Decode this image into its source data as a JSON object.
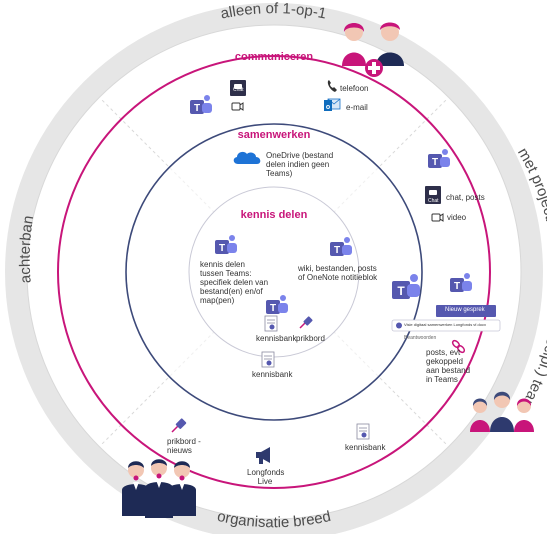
{
  "ring_labels": {
    "top": "alleen of 1-op-1",
    "right": "met project/vakgroep/(multidiscipl.) team",
    "left": "achterban",
    "bottom": "organisatie breed"
  },
  "zones": {
    "communiceren": "communiceren",
    "samenwerken": "samenwerken",
    "kennis_delen": "kennis delen"
  },
  "items": {
    "chat_small": "Chat",
    "telefoon": "telefoon",
    "email": "e-mail",
    "onedrive": "OneDrive (bestand delen indien geen Teams)",
    "chat_posts": "chat, posts",
    "chat_icon_text": "Chat",
    "video": "video",
    "kennis_teams": "kennis delen tussen Teams: specifiek delen van bestand(en) en/of map(pen)",
    "wiki": "wiki, bestanden, posts of OneNote notitieblok",
    "kennisbank_inner": "kennisbank",
    "prikbord_inner": "prikbord",
    "kennisbank_mid": "kennisbank",
    "nieuw_gesprek": "Nieuw gesprek",
    "teams_post_line": "Visie digitaal samenwerken Longfonds vf.docx",
    "beantwoorden": "Beantwoorden",
    "posts_desc": "posts, evt gekoppeld aan bestand in Teams",
    "prikbord_nieuws": "prikbord - nieuws",
    "kennisbank_outer": "kennisbank",
    "longfonds_live": "Longfonds Live"
  },
  "colors": {
    "pink": "#c8157a",
    "navy": "#3d4a7a",
    "teams": "#5558af",
    "ring_gray": "#e4e4e4"
  }
}
